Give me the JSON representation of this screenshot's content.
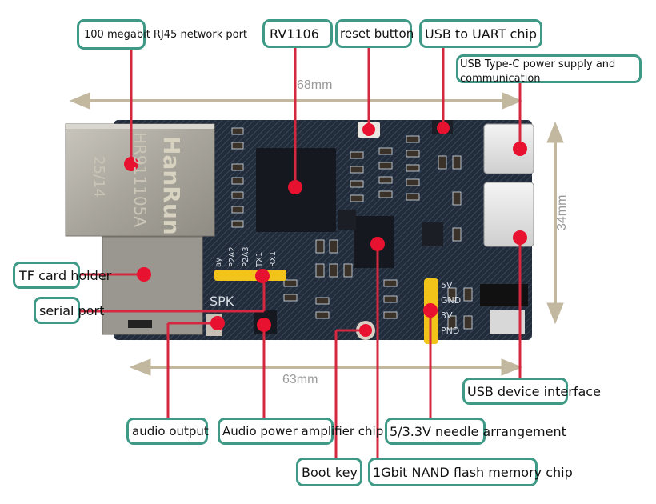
{
  "title": "RV1106 board component layout",
  "dimensions": {
    "top_width": "68mm",
    "bottom_width": "63mm",
    "height": "34mm"
  },
  "labels": {
    "rj45": "100 megabit RJ45 network port",
    "soc": "RV1106",
    "reset": "reset button",
    "usb_uart": "USB to UART chip",
    "type_c": "USB Type-C power supply and communication",
    "tf_card": "TF card holder",
    "serial": "serial port",
    "audio_out": "audio output",
    "amp": "Audio power amplifier chip",
    "usb_device": "USB device interface",
    "header": "5/3.3V needle arrangement",
    "boot": "Boot key",
    "nand": "1Gbit NAND flash memory chip"
  },
  "board": {
    "rj45_brand": "HanRun",
    "rj45_model": "HR911105A",
    "rj45_date": "25/14",
    "pin_labels_top": [
      "ay",
      "P2A2",
      "P2A3",
      "TX1",
      "RX1"
    ],
    "spk_label": "SPK",
    "power_pins": [
      "5V",
      "GND",
      "3V",
      "PND"
    ]
  },
  "colors": {
    "label_border": "#3e9a86",
    "leader_line": "#d3283f",
    "marker": "#e8112f",
    "dimension_arrow": "#c2b8a0",
    "pcb": "#1d2430"
  }
}
